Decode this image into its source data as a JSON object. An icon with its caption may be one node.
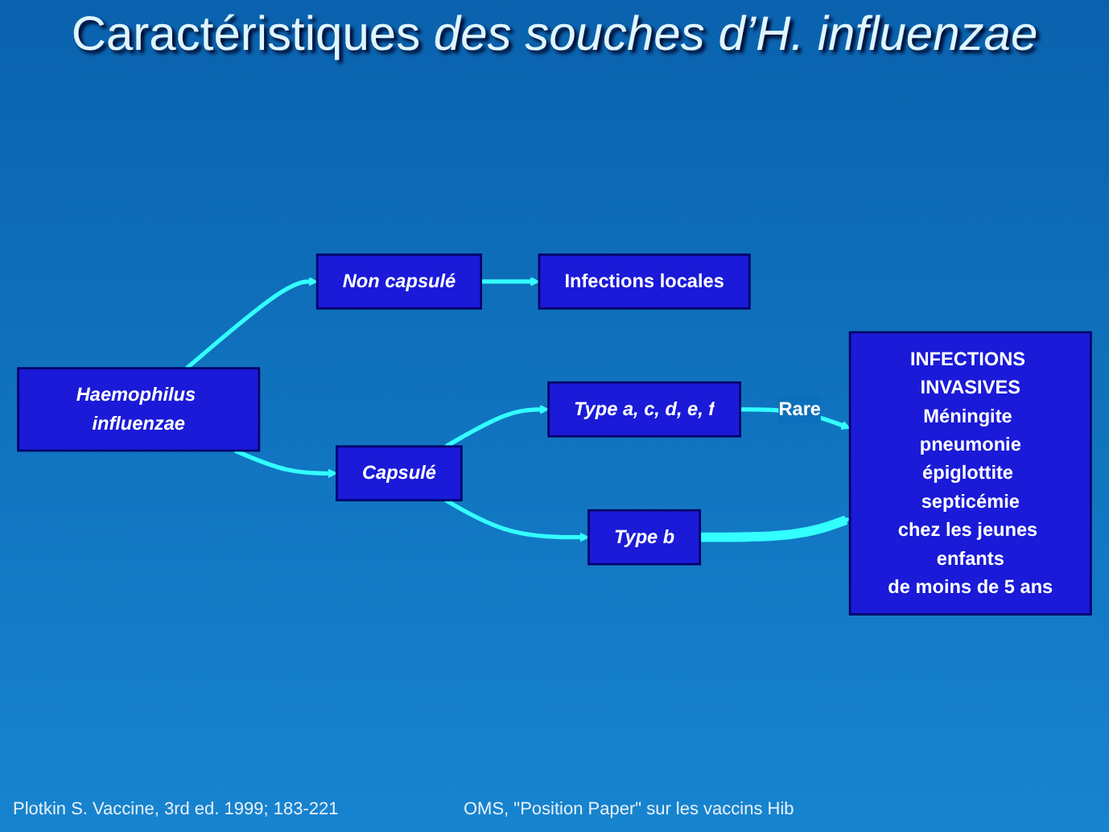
{
  "diagram": {
    "title": "Caractéristiques *des souches d’H. influenzae*",
    "nodes": [
      {
        "text": [
          "Haemophilus influenzae"
        ]
      },
      {
        "text": [
          "Non capsulé"
        ]
      },
      {
        "text": [
          "Infections locales"
        ]
      },
      {
        "text": [
          "Capsulé"
        ]
      },
      {
        "text": [
          "Type a, c, d, e, f"
        ]
      },
      {
        "text": [
          "Type b"
        ]
      },
      {
        "text": [
          "INFECTIONS INVASIVES",
          "Méningite pneumonie",
          "épiglottite septicémie",
          "chez les jeunes enfants",
          "de moins de 5 ans"
        ]
      }
    ],
    "edges": [
      {
        "from": 0,
        "to": 1,
        "arrow": "to"
      },
      {
        "from": 1,
        "to": 2,
        "arrow": "to"
      },
      {
        "from": 0,
        "to": 3,
        "arrow": "to"
      },
      {
        "from": 3,
        "to": 4,
        "arrow": "to"
      },
      {
        "from": 4,
        "to": 6,
        "arrow": "to",
        "label": "Rare"
      },
      {
        "from": 3,
        "to": 5,
        "arrow": "to"
      },
      {
        "from": 5,
        "to": 6,
        "arrow": "to",
        "style": "thick"
      }
    ],
    "labels": [
      "Plotkin S. Vaccine, 3rd ed. 1999; 183-221",
      "OMS, \"Position Paper\" sur les vaccins Hib"
    ]
  }
}
